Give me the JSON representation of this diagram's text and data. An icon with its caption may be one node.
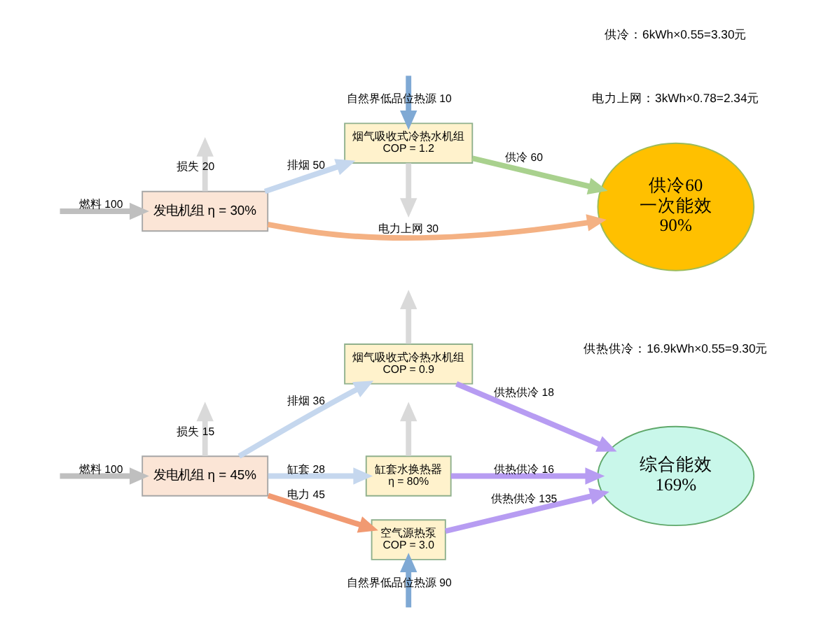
{
  "diagram": {
    "nodes": [
      {
        "text": [
          "发电机组 η = 30%"
        ]
      },
      {
        "text": [
          "烟气吸收式冷热水机组",
          "COP = 1.2"
        ]
      },
      {
        "text": [
          "供冷60",
          "一次能效",
          "90%"
        ]
      },
      {
        "text": [
          "发电机组 η = 45%"
        ]
      },
      {
        "text": [
          "烟气吸收式冷热水机组",
          "COP = 0.9"
        ]
      },
      {
        "text": [
          "缸套水换热器",
          "η = 80%"
        ]
      },
      {
        "text": [
          "空气源热泵",
          "COP = 3.0"
        ]
      },
      {
        "text": [
          "综合能效",
          "169%"
        ]
      }
    ],
    "edges": [
      {
        "from": null,
        "to": 0,
        "arrow": "to",
        "label": "燃料 100",
        "color": "#bfbfbf"
      },
      {
        "from": 0,
        "to": null,
        "arrow": "to",
        "label": "损失 20",
        "color": "#d9d9d9"
      },
      {
        "from": 0,
        "to": 1,
        "arrow": "to",
        "label": "排烟 50",
        "color": "#c5d7ee"
      },
      {
        "from": 1,
        "to": null,
        "arrow": "to",
        "color": "#d9d9d9"
      },
      {
        "from": null,
        "to": 1,
        "arrow": "to",
        "label": "自然界低品位热源 10",
        "color": "#7fa9d4"
      },
      {
        "from": 1,
        "to": 2,
        "arrow": "to",
        "label": "供冷 60",
        "color": "#a9d18e"
      },
      {
        "from": 0,
        "to": 2,
        "arrow": "to",
        "label": "电力上网 30",
        "color": "#f4b183"
      },
      {
        "from": null,
        "to": 3,
        "arrow": "to",
        "label": "燃料 100",
        "color": "#bfbfbf"
      },
      {
        "from": 3,
        "to": null,
        "arrow": "to",
        "label": "损失 15",
        "color": "#d9d9d9"
      },
      {
        "from": 3,
        "to": 4,
        "arrow": "to",
        "label": "排烟 36",
        "color": "#c5d7ee"
      },
      {
        "from": 4,
        "to": null,
        "arrow": "to",
        "color": "#d9d9d9"
      },
      {
        "from": 3,
        "to": 5,
        "arrow": "to",
        "label": "缸套 28",
        "color": "#c5d7ee"
      },
      {
        "from": 5,
        "to": null,
        "arrow": "to",
        "color": "#d9d9d9"
      },
      {
        "from": 3,
        "to": 6,
        "arrow": "to",
        "label": "电力 45",
        "color": "#f19a72"
      },
      {
        "from": null,
        "to": 6,
        "arrow": "to",
        "label": "自然界低品位热源 90",
        "color": "#7fa9d4"
      },
      {
        "from": 4,
        "to": 7,
        "arrow": "to",
        "label": "供热供冷 18",
        "color": "#b79cf2"
      },
      {
        "from": 5,
        "to": 7,
        "arrow": "to",
        "label": "供热供冷 16",
        "color": "#b79cf2"
      },
      {
        "from": 6,
        "to": 7,
        "arrow": "to",
        "label": "供热供冷 135",
        "color": "#b79cf2"
      }
    ],
    "labels": [
      "电力上网：3kWh×0.78=2.34元",
      "供冷：6kWh×0.55=3.30元",
      "供热供冷：16.9kWh×0.55=9.30元"
    ]
  }
}
